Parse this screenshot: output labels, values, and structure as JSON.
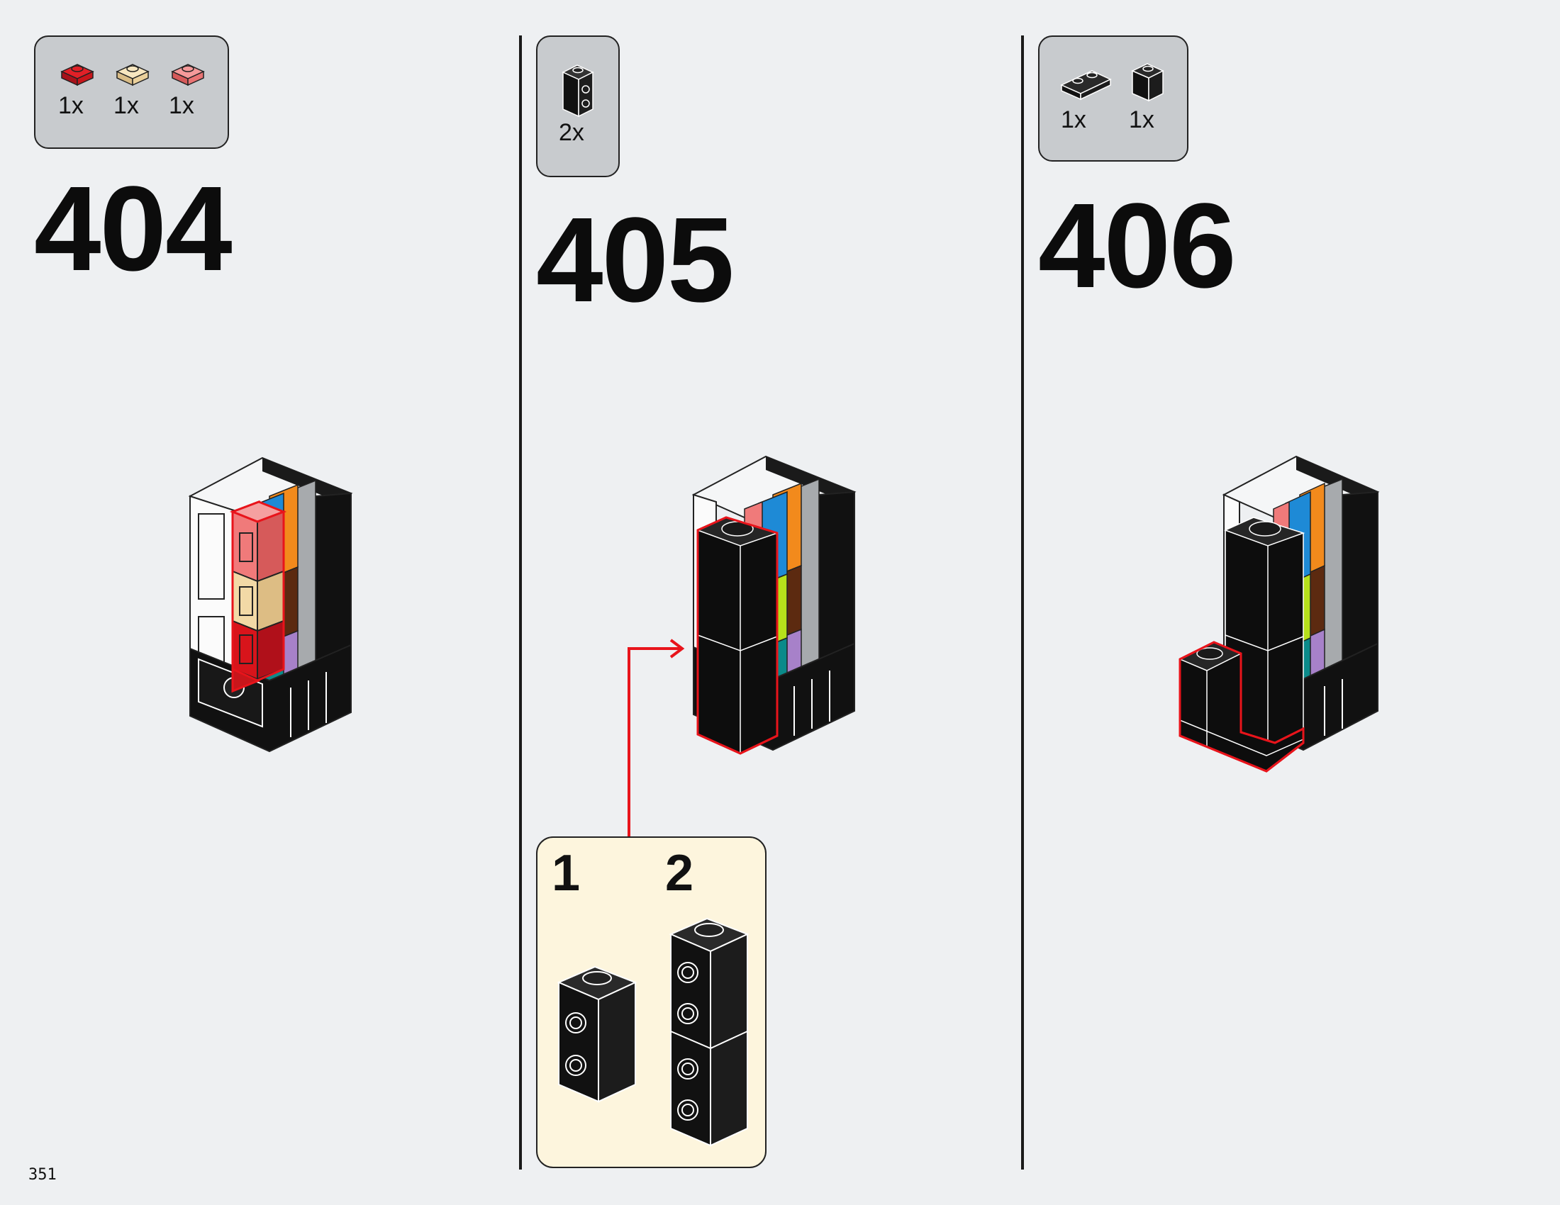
{
  "page_number": "351",
  "steps": [
    {
      "number": "404",
      "parts": [
        {
          "icon": "red-plate-1x1-icon",
          "qty": "1x",
          "color": "#c8161b"
        },
        {
          "icon": "tan-plate-1x1-icon",
          "qty": "1x",
          "color": "#f2d9a6"
        },
        {
          "icon": "coral-plate-1x1-icon",
          "qty": "1x",
          "color": "#f07a7a"
        }
      ]
    },
    {
      "number": "405",
      "parts": [
        {
          "icon": "black-brick-studs-side-icon",
          "qty": "2x",
          "color": "#111111"
        }
      ],
      "sub_steps": [
        "1",
        "2"
      ]
    },
    {
      "number": "406",
      "parts": [
        {
          "icon": "black-plate-1x2-icon",
          "qty": "1x",
          "color": "#111111"
        },
        {
          "icon": "black-brick-1x1-icon",
          "qty": "1x",
          "color": "#111111"
        }
      ]
    }
  ],
  "colors": {
    "highlight": "#e8141b",
    "background": "#eef0f2",
    "parts_box": "#c8cbce",
    "sub_box": "#fdf5dd",
    "orange": "#f28a1c",
    "blue": "#1e8ad6",
    "gray": "#a7aaad",
    "lime": "#b6e11b",
    "brown": "#5c2a10",
    "teal": "#0b8a8a",
    "lavender": "#a781c9"
  }
}
